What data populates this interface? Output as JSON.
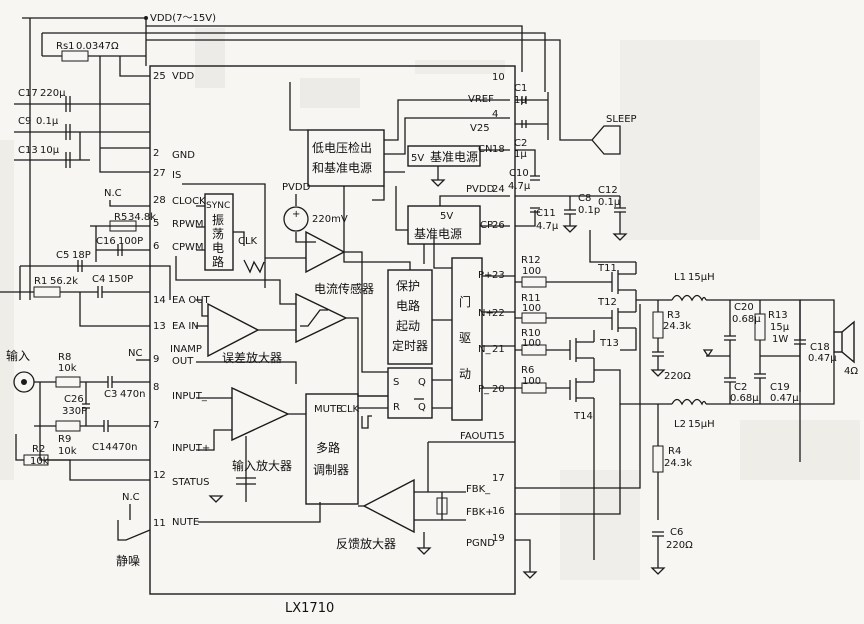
{
  "supply": {
    "vdd": "VDD(7～15V)",
    "pvdd": "PVDD"
  },
  "ic": {
    "name": "LX1710"
  },
  "pins": {
    "p25": "25",
    "vdd": "VDD",
    "p2": "2",
    "gnd": "GND",
    "p27": "27",
    "is": "IS",
    "p28": "28",
    "clock": "CLOCK",
    "p5": "5",
    "rpwm": "RPWM",
    "p6": "6",
    "cpwm": "CPWM",
    "p14": "14",
    "ea_out": "EA OUT",
    "p13": "13",
    "ea_in": "EA IN",
    "p9": "9",
    "inamp_out_1": "INAMP",
    "inamp_out_2": "OUT",
    "p8": "8",
    "input_minus": "INPUT_",
    "p7": "7",
    "input_plus": "INPUT+",
    "p12": "12",
    "status": "STATUS",
    "p11": "11",
    "mute_pin": "NUTE",
    "p10": "10",
    "vref": "VREF",
    "p4": "4",
    "v25": "V25",
    "p18": "18",
    "cn": "CN",
    "p24": "24",
    "p26": "26",
    "cp": "CP",
    "p23": "23",
    "p_plus": "P+",
    "p22": "22",
    "n_plus": "N+",
    "p21": "21",
    "n_minus": "N_",
    "p20": "20",
    "p_minus": "P_",
    "p15": "15",
    "faout": "FAOUT",
    "p17": "17",
    "fbk_minus": "FBK_",
    "p16": "16",
    "fbk_plus": "FBK+",
    "p19": "19",
    "pgnd": "PGND"
  },
  "blocks": {
    "sync": "SYNC",
    "osc": [
      "振",
      "荡",
      "电",
      "路"
    ],
    "clk1": "CLK",
    "clk2": "CLK",
    "uvlo": [
      "低电压检出",
      "和基准电源"
    ],
    "ref5v_label": "5V",
    "ref5v_name": "基准电源",
    "ref5v2_label": "5V",
    "ref5v2_name": "基准电源",
    "sense_v": "220mV",
    "current_sensor": "电流传感器",
    "protect": [
      "保护",
      "电路",
      "起动",
      "定时器"
    ],
    "gate": [
      "门",
      "驱",
      "动"
    ],
    "err_amp": "误差放大器",
    "in_amp": "输入放大器",
    "mux_mute": "MUTE",
    "mux": [
      "多路",
      "调制器"
    ],
    "fb_amp": "反馈放大器",
    "sleep": "SLEEP",
    "sr_s": "S",
    "sr_q": "Q",
    "sr_r": "R",
    "sr_qb": "Q"
  },
  "components": {
    "rs1": "Rs1",
    "rs1_v": "0.0347Ω",
    "c17": "C17",
    "c17_v": "220μ",
    "c9": "C9",
    "c9_v": "0.1μ",
    "c13": "C13",
    "c13_v": "10μ",
    "nc1": "N.C",
    "r5": "R5",
    "r5_v": "34.8k",
    "c16": "C16",
    "c16_v": "100P",
    "c5": "C5",
    "c5_v": "18P",
    "r1": "R1",
    "r1_v": "56.2k",
    "c4": "C4",
    "c4_v": "150P",
    "nc2": "NC",
    "r8": "R8",
    "r8_v": "10k",
    "c26": "C26",
    "c26_v": "330P",
    "c3": "C3",
    "c3_v": "470n",
    "r9": "R9",
    "r9_v": "10k",
    "c14": "C14",
    "c14_v": "470n",
    "r2": "R2",
    "r2_v": "10k",
    "nc3": "N.C",
    "c1": "C1",
    "c1_v": "1μ",
    "c2a": "C2",
    "c2a_v": "1μ",
    "c10": "C10",
    "c10_v": "4.7μ",
    "c8": "C8",
    "c8_v": "0.1p",
    "c12": "C12",
    "c12_v": "0.1μ",
    "c11": "C11",
    "c11_v": "4.7μ",
    "r12": "R12",
    "r12_v": "100",
    "r11": "R11",
    "r11_v": "100",
    "r10": "R10",
    "r10_v": "100",
    "r6": "R6",
    "r6_v": "100",
    "t11": "T11",
    "t12": "T12",
    "t13": "T13",
    "t14": "T14",
    "l1": "L1",
    "l1_v": "15μH",
    "l2": "L2",
    "l2_v": "15μH",
    "r3": "R3",
    "r3_v": "24.3k",
    "c7": "220Ω",
    "c20": "C20",
    "c20_v": "0.68μ",
    "r13": "R13",
    "r13_v": "15μ",
    "r13_w": "1W",
    "c18": "C18",
    "c18_v": "0.47μ",
    "c2b": "C2",
    "c2b_v": "0.68μ",
    "c19": "C19",
    "c19_v": "0.47μ",
    "r4": "R4",
    "r4_v": "24.3k",
    "c6": "C6",
    "c6_v": "220Ω",
    "spk_ohm": "4Ω"
  },
  "labels": {
    "input": "输入",
    "mute": "静噪"
  }
}
